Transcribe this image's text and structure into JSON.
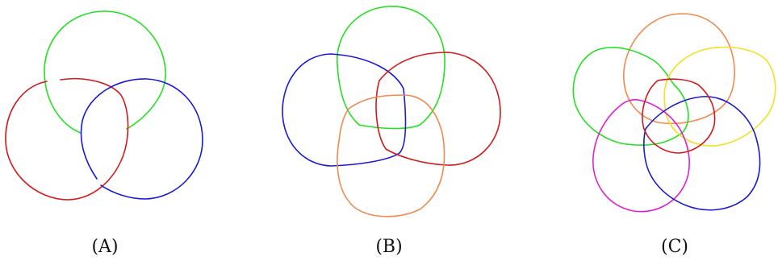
{
  "panels": [
    {
      "id": "a",
      "label": "(A)",
      "curves": [
        {
          "name": "green-loop",
          "color": "#22e022"
        },
        {
          "name": "red-loop",
          "color": "#d11a1a"
        },
        {
          "name": "blue-loop",
          "color": "#1a1ad1"
        }
      ]
    },
    {
      "id": "b",
      "label": "(B)",
      "curves": [
        {
          "name": "green-loop",
          "color": "#22e022"
        },
        {
          "name": "blue-loop",
          "color": "#1a1ad1"
        },
        {
          "name": "red-loop",
          "color": "#d11a1a"
        },
        {
          "name": "orange-loop",
          "color": "#f08a50"
        }
      ]
    },
    {
      "id": "c",
      "label": "(C)",
      "curves": [
        {
          "name": "orange-loop",
          "color": "#f08a50"
        },
        {
          "name": "green-loop",
          "color": "#22e022"
        },
        {
          "name": "yellow-loop",
          "color": "#f0e020"
        },
        {
          "name": "magenta-loop",
          "color": "#e020d0"
        },
        {
          "name": "blue-loop",
          "color": "#1a1ad1"
        },
        {
          "name": "red-inner-loop",
          "color": "#d11a1a"
        }
      ]
    }
  ]
}
